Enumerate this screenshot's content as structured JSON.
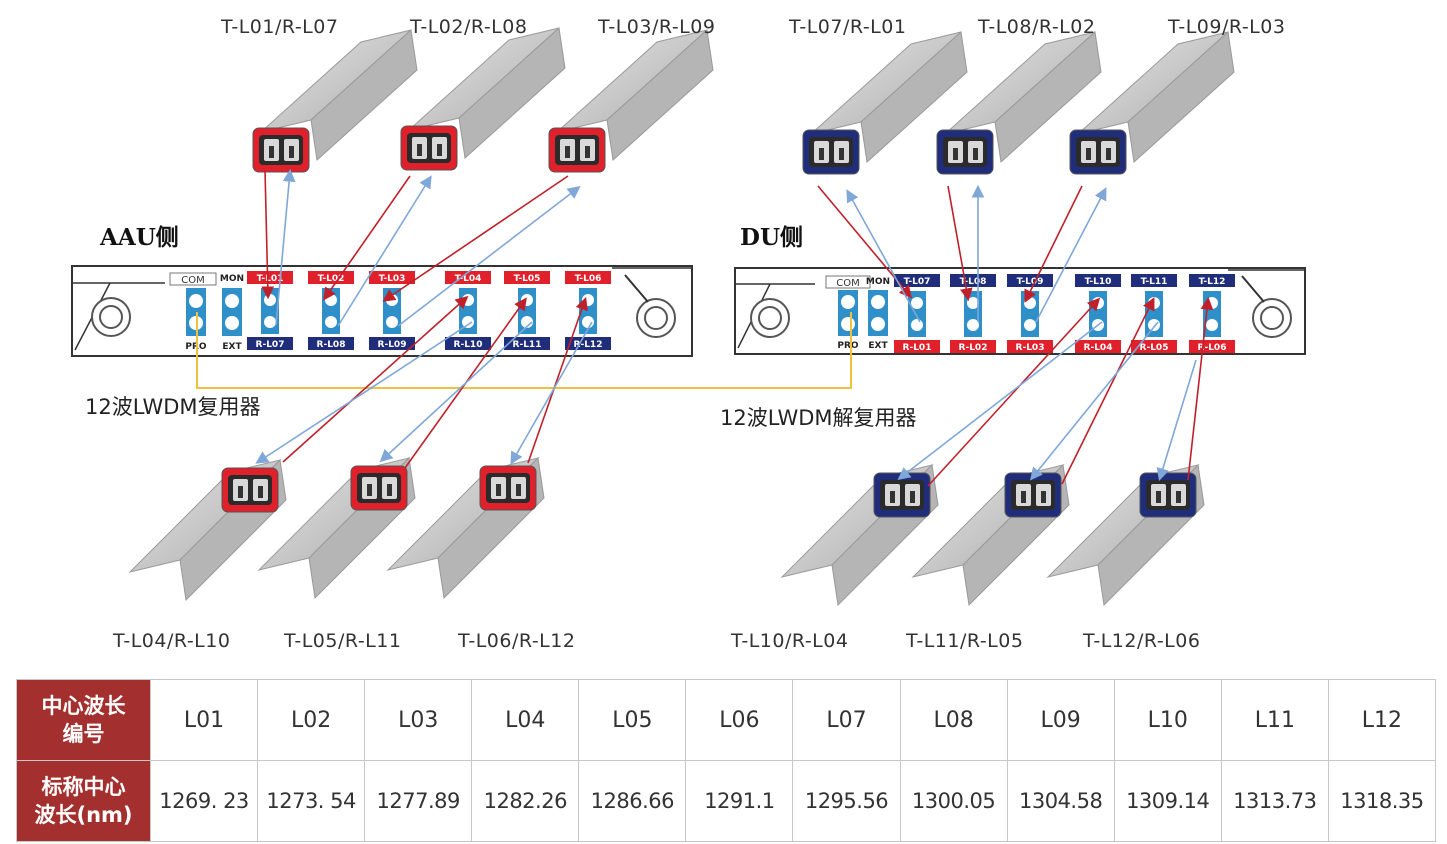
{
  "top_labels": [
    "T-L01/R-L07",
    "T-L02/R-L08",
    "T-L03/R-L09",
    "T-L07/R-L01",
    "T-L08/R-L02",
    "T-L09/R-L03"
  ],
  "bottom_labels": [
    "T-L04/R-L10",
    "T-L05/R-L11",
    "T-L06/R-L12",
    "T-L10/R-L04",
    "T-L11/R-L05",
    "T-L12/R-L06"
  ],
  "aau": {
    "side_label": "AAU侧",
    "caption": "12波LWDM复用器",
    "com": "COM",
    "mon": "MON",
    "pro": "PRO",
    "ext": "EXT",
    "top_ports": [
      "T-L01",
      "T-L02",
      "T-L03",
      "T-L04",
      "T-L05",
      "T-L06"
    ],
    "bottom_ports": [
      "R-L07",
      "R-L08",
      "R-L09",
      "R-L10",
      "R-L11",
      "R-L12"
    ]
  },
  "du": {
    "side_label": "DU侧",
    "caption": "12波LWDM解复用器",
    "com": "COM",
    "mon": "MON",
    "pro": "PRO",
    "ext": "EXT",
    "top_ports": [
      "T-L07",
      "T-L08",
      "T-L09",
      "T-L10",
      "T-L11",
      "T-L12"
    ],
    "bottom_ports": [
      "R-L01",
      "R-L02",
      "R-L03",
      "R-L04",
      "R-L05",
      "R-L06"
    ]
  },
  "table": {
    "row1_header": [
      "中心波长",
      "编号"
    ],
    "row2_header": [
      "标称中心",
      "波长(nm)"
    ],
    "ids": [
      "L01",
      "L02",
      "L03",
      "L04",
      "L05",
      "L06",
      "L07",
      "L08",
      "L09",
      "L10",
      "L11",
      "L12"
    ],
    "wavelengths": [
      "1269. 23",
      "1273. 54",
      "1277.89",
      "1282.26",
      "1286.66",
      "1291.1",
      "1295.56",
      "1300.05",
      "1304.58",
      "1309.14",
      "1313.73",
      "1318.35"
    ]
  },
  "colors": {
    "red_accent": "#e0202a",
    "navy_accent": "#1f2d7a",
    "port_blue": "#2f8fc8",
    "table_header": "#a3302e",
    "tx_line": "#c0202a",
    "rx_line": "#7fa7d8",
    "com_line": "#f0c040"
  }
}
